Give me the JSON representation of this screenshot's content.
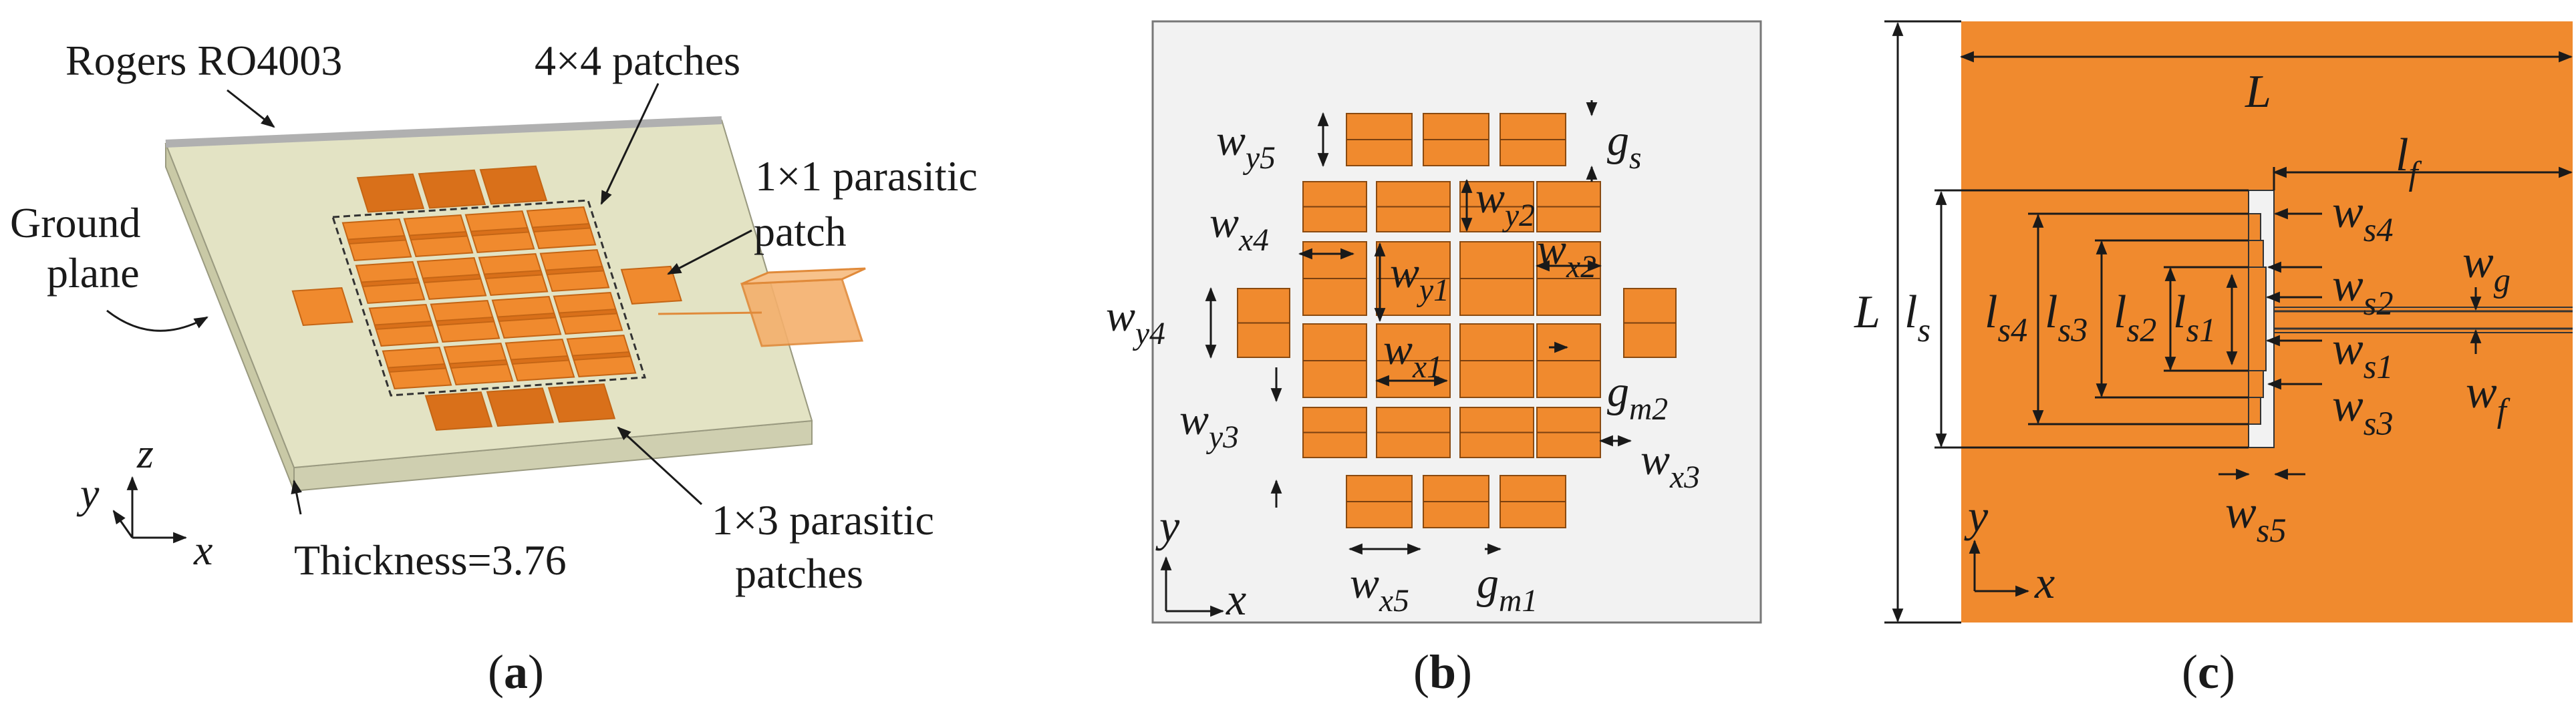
{
  "colors": {
    "copper": "#F08A2E",
    "copper_dark": "#D9701A",
    "substrate_top": "#E3E3C4",
    "substrate_side": "#C9C9A6",
    "ground_edge": "#B0B0B0",
    "feed": "#F4B06C",
    "panel_b_bg": "#F2F2F2",
    "line": "#1a1a1a"
  },
  "panel_a": {
    "substrate_label": "Rogers RO4003",
    "array_label": "4×4 patches",
    "ground_label_line1": "Ground",
    "ground_label_line2": "plane",
    "parasitic1_line1": "1×1 parasitic",
    "parasitic1_line2": "patch",
    "parasitic3_line1": "1×3 parasitic",
    "parasitic3_line2": "patches",
    "thickness_label": "Thickness=3.76",
    "axis_x": "x",
    "axis_y": "y",
    "axis_z": "z",
    "caption": "a"
  },
  "panel_b": {
    "caption": "b",
    "axis_x": "x",
    "axis_y": "y",
    "dims": {
      "wy5": {
        "main": "w",
        "sub": "y5"
      },
      "gs": {
        "main": "g",
        "sub": "s"
      },
      "wx4": {
        "main": "w",
        "sub": "x4"
      },
      "wy2": {
        "main": "w",
        "sub": "y2"
      },
      "wy1": {
        "main": "w",
        "sub": "y1"
      },
      "wx2": {
        "main": "w",
        "sub": "x2"
      },
      "wy4": {
        "main": "w",
        "sub": "y4"
      },
      "wx1": {
        "main": "w",
        "sub": "x1"
      },
      "gm2": {
        "main": "g",
        "sub": "m2"
      },
      "wy3": {
        "main": "w",
        "sub": "y3"
      },
      "wx3": {
        "main": "w",
        "sub": "x3"
      },
      "wx5": {
        "main": "w",
        "sub": "x5"
      },
      "gm1": {
        "main": "g",
        "sub": "m1"
      }
    }
  },
  "panel_c": {
    "caption": "c",
    "axis_x": "x",
    "axis_y": "y",
    "dims": {
      "L_top": {
        "main": "L",
        "sub": ""
      },
      "L_left": {
        "main": "L",
        "sub": ""
      },
      "lf": {
        "main": "l",
        "sub": "f"
      },
      "ls": {
        "main": "l",
        "sub": "s"
      },
      "ls4": {
        "main": "l",
        "sub": "s4"
      },
      "ls3": {
        "main": "l",
        "sub": "s3"
      },
      "ls2": {
        "main": "l",
        "sub": "s2"
      },
      "ls1": {
        "main": "l",
        "sub": "s1"
      },
      "ws4": {
        "main": "w",
        "sub": "s4"
      },
      "ws2": {
        "main": "w",
        "sub": "s2"
      },
      "ws1": {
        "main": "w",
        "sub": "s1"
      },
      "ws3": {
        "main": "w",
        "sub": "s3"
      },
      "ws5": {
        "main": "w",
        "sub": "s5"
      },
      "wg": {
        "main": "w",
        "sub": "g"
      },
      "wf": {
        "main": "w",
        "sub": "f"
      }
    }
  }
}
